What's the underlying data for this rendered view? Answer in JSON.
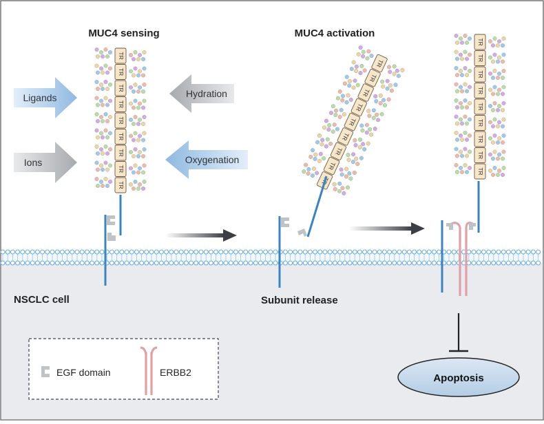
{
  "titles": {
    "sensing": "MUC4 sensing",
    "activation": "MUC4 activation"
  },
  "stimuli": {
    "ligands": "Ligands",
    "ions": "Ions",
    "hydration": "Hydration",
    "oxygenation": "Oxygenation"
  },
  "tr_label": "TR",
  "cell_label": "NSCLC cell",
  "subunit_label": "Subunit release",
  "outcome_label": "Apoptosis",
  "legend": {
    "egf": "EGF domain",
    "erbb2": "ERBB2"
  },
  "colors": {
    "membrane_blue": "#6aaed6",
    "muc4_stalk": "#3a84c0",
    "erbb2_pink": "#e0a0a8",
    "tr_fill": "#f7e6c8",
    "cytoplasm": "#e9ebef",
    "apoptosis_fill": "#c6d8ea",
    "arrow_dark": "#3b3f45",
    "glycan_colors": [
      "#9ec9ea",
      "#f3b8a5",
      "#b9dfa0",
      "#d7a8e3",
      "#f2d59a"
    ]
  },
  "icons": [
    "blue-arrow-icon",
    "gray-arrow-icon",
    "progression-arrow-icon",
    "inhibition-icon"
  ]
}
